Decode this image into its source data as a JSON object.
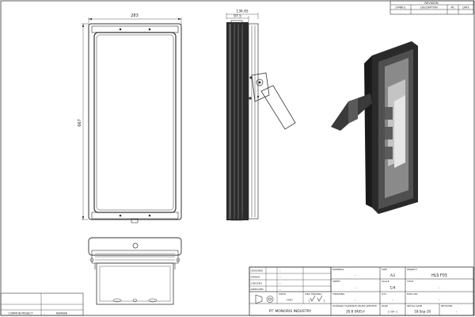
{
  "revision_block": {
    "title": "REVISION",
    "headers": [
      "SYMBOL",
      "DESCRIPTION",
      "PIC",
      "DATE"
    ]
  },
  "dimensions": {
    "front_width": "283",
    "front_height": "667",
    "side_total_width": "136.65",
    "side_body_width": "97.5"
  },
  "common_project": {
    "label": "COMMON PROJECT",
    "value": "REMARK"
  },
  "signoff": {
    "rows": [
      {
        "label": "DESIGNED",
        "value": "—"
      },
      {
        "label": "DRAWN",
        "value": "—"
      },
      {
        "label": "CHECKED",
        "value": "—"
      },
      {
        "label": "APPROVED",
        "value": "—"
      }
    ]
  },
  "title_block": {
    "material_label": "MATERIAL",
    "material_value": "-",
    "size_label": "SIZE",
    "size_value": "A3",
    "project_label": "PROJECT",
    "project_value": "HLS F03",
    "sheet_label": "SHEET",
    "sheet_value": "-",
    "scale_label": "SCALE",
    "scale_value": "1/4",
    "title_label": "TITLE",
    "title_value": "-",
    "finishing_label": "FINISHING",
    "finishing_value": "-",
    "qty_label": "QTY.",
    "qty_value": "-",
    "dwg_no_label": "DWG NO.",
    "dwg_no_value": "-",
    "units_label": "UNITS",
    "units_value": "mm",
    "surface_label": "SURF. FINISHING",
    "tolerance_label": "STANDARD TOLERANCE UNLESS SPECIFIED",
    "tolerance_value": "JIS B 0405-f",
    "page_label": "PAGE",
    "page_value": "1  OF  1",
    "initial_date_label": "INITIAL DATE",
    "initial_date_value": "18-Sep-18",
    "revision_label": "REVISION",
    "revision_value": "-",
    "company": "PT. MONORIS INDUSTRY"
  }
}
